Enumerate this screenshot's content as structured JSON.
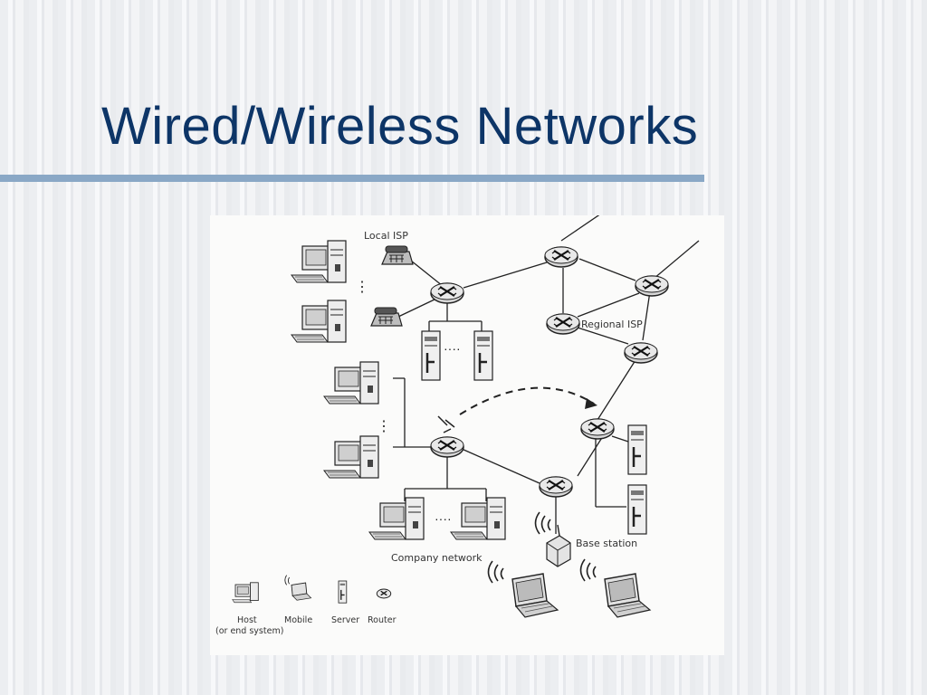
{
  "slide": {
    "title": "Wired/Wireless Networks"
  },
  "diagram": {
    "labels": {
      "local_isp": "Local ISP",
      "regional_isp": "Regional ISP",
      "company_network": "Company network",
      "base_station": "Base station"
    },
    "legend": [
      {
        "icon": "host-icon",
        "label": "Host",
        "sublabel": "(or end system)"
      },
      {
        "icon": "mobile-icon",
        "label": "Mobile",
        "sublabel": ""
      },
      {
        "icon": "server-icon",
        "label": "Server",
        "sublabel": ""
      },
      {
        "icon": "router-icon",
        "label": "Router",
        "sublabel": ""
      }
    ]
  },
  "colors": {
    "title": "#0d3567",
    "rule": "#8aa8c6",
    "ink": "#222222"
  }
}
